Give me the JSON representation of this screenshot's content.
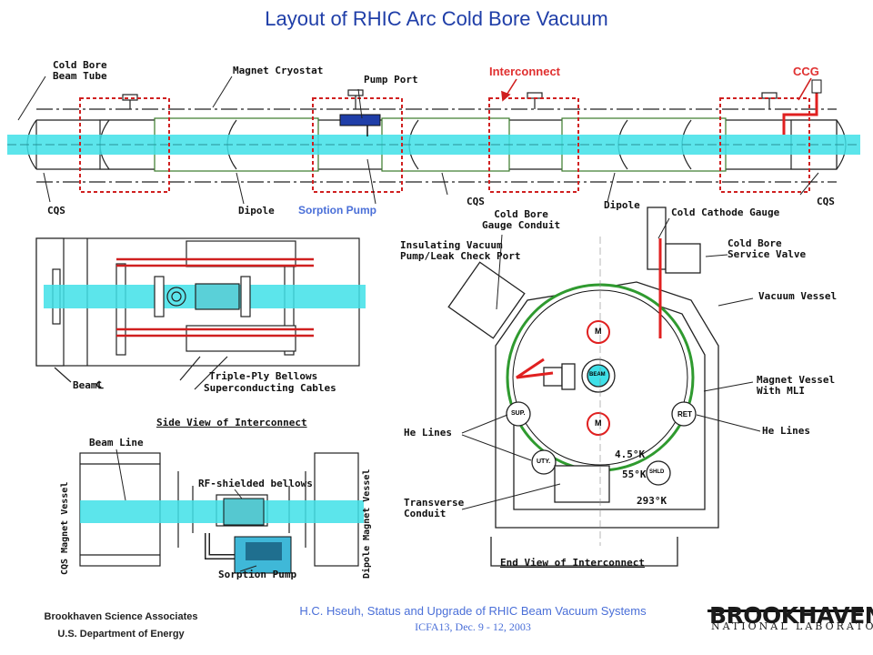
{
  "title": "Layout of RHIC Arc Cold Bore Vacuum",
  "top_layout": {
    "interconnect_label": "Interconnect",
    "ccg_label": "CCG",
    "sorption_pump_label": "Sorption Pump",
    "cold_bore_beam_tube": "Cold Bore\nBeam Tube",
    "magnet_cryostat": "Magnet Cryostat",
    "pump_port": "Pump Port",
    "cqs_left": "CQS",
    "dipole_left": "Dipole",
    "cqs_mid": "CQS",
    "dipole_right": "Dipole",
    "cqs_right": "CQS"
  },
  "top_view": {
    "beam_cl": "Beam℄",
    "triple_ply_bellows": "Triple-Ply Bellows",
    "superconducting_cables": "Superconducting Cables"
  },
  "side_view": {
    "heading": "Side View of Interconnect",
    "beam_line": "Beam Line",
    "rf_shielded_bellows": "RF-shielded bellows",
    "sorption_pump": "Sorption Pump",
    "cqs_magnet_vessel": "CQS Magnet Vessel",
    "dipole_magnet_vessel": "Dipole Magnet Vessel"
  },
  "end_view": {
    "heading": "End View of Interconnect",
    "cold_bore_gauge_conduit": "Cold Bore\nGauge Conduit",
    "cold_cathode_gauge": "Cold Cathode Gauge",
    "insulating_vacuum_port": "Insulating Vacuum\nPump/Leak Check Port",
    "cold_bore_service_valve": "Cold Bore\nService Valve",
    "vacuum_vessel": "Vacuum Vessel",
    "magnet_vessel_mli": "Magnet Vessel\nWith MLI",
    "he_lines_left": "He Lines",
    "he_lines_right": "He Lines",
    "transverse_conduit": "Transverse\nConduit",
    "temp_45k": "4.5°K",
    "temp_55k": "55°K",
    "temp_293k": "293°K",
    "beam_tag": "BEAM",
    "m_top": "M",
    "m_bottom": "M",
    "sup_tag": "SUP.",
    "ret_tag": "RET",
    "uty_tag": "UTY.",
    "shld_tag": "SHLD"
  },
  "footer": {
    "org_line1": "Brookhaven Science Associates",
    "org_line2": "U.S. Department of Energy",
    "citation": "H.C. Hseuh, Status and Upgrade of RHIC Beam Vacuum Systems",
    "conference": "ICFA13, Dec. 9 - 12, 2003",
    "logo_main": "BROOKHAVEN",
    "logo_sub": "NATIONAL LABORATORY"
  },
  "colors": {
    "title_blue": "#1f3ea8",
    "beam_cyan": "#3fe0e8",
    "highlight_red": "#e03030",
    "magnet_green": "#2f9a2f"
  }
}
